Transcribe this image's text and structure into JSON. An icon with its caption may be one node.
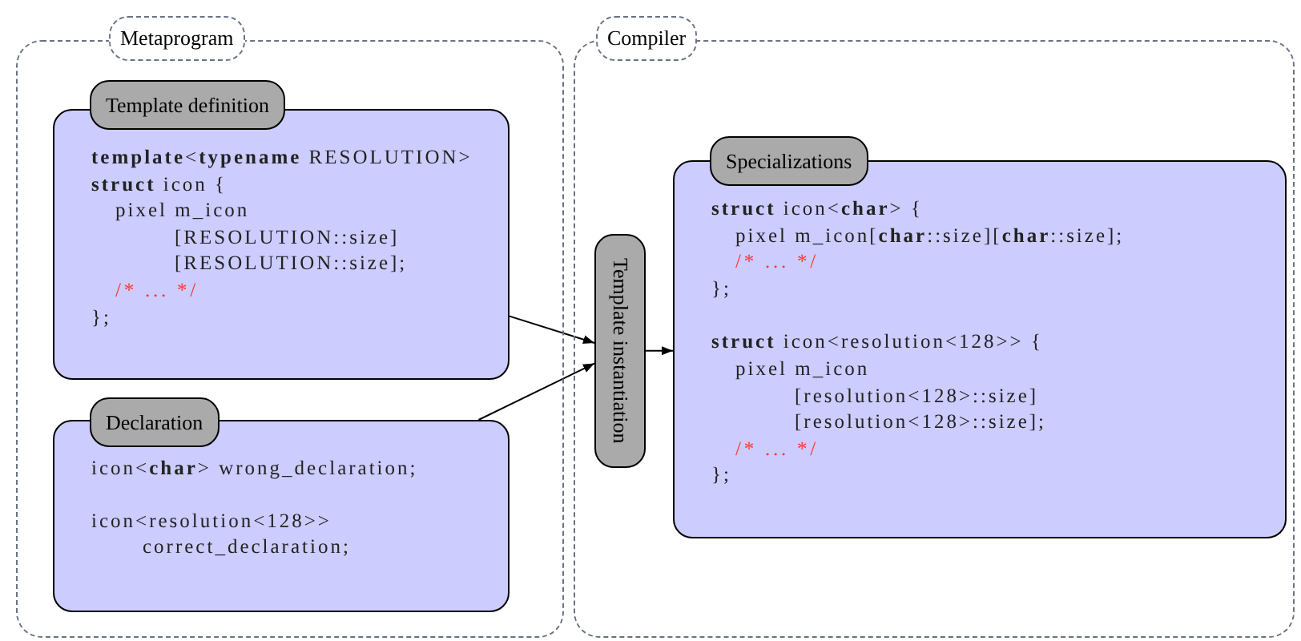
{
  "diagram": {
    "nodes": [
      {
        "text": [
          "Metaprogram"
        ]
      },
      {
        "text": [
          "Template definition",
          "**template**<**typename** RESOLUTION>",
          "**struct** icon {",
          "pixel m_icon",
          "[RESOLUTION::size]",
          "[RESOLUTION::size];",
          "/* ... */",
          "};"
        ],
        "in": 0
      },
      {
        "text": [
          "Declaration",
          "icon<**char**> wrong_declaration;",
          "icon<resolution<128>>",
          "correct_declaration;"
        ],
        "in": 0
      },
      {
        "text": [
          "Compiler"
        ]
      },
      {
        "text": [
          "Template instantiation"
        ],
        "in": 3
      },
      {
        "text": [
          "Specializations",
          "**struct** icon<**char**> {",
          "pixel m_icon[**char**::size][**char**::size];",
          "/* ... */",
          "};",
          "**struct** icon<resolution<128>> {",
          "pixel m_icon",
          "[resolution<128>::size]",
          "[resolution<128>::size];",
          "/* ... */",
          "};"
        ],
        "in": 3
      }
    ],
    "edges": [
      {
        "from": 1,
        "to": 4,
        "arrow": "to"
      },
      {
        "from": 2,
        "to": 4,
        "arrow": "to"
      },
      {
        "from": 4,
        "to": 5,
        "arrow": "to"
      }
    ]
  }
}
